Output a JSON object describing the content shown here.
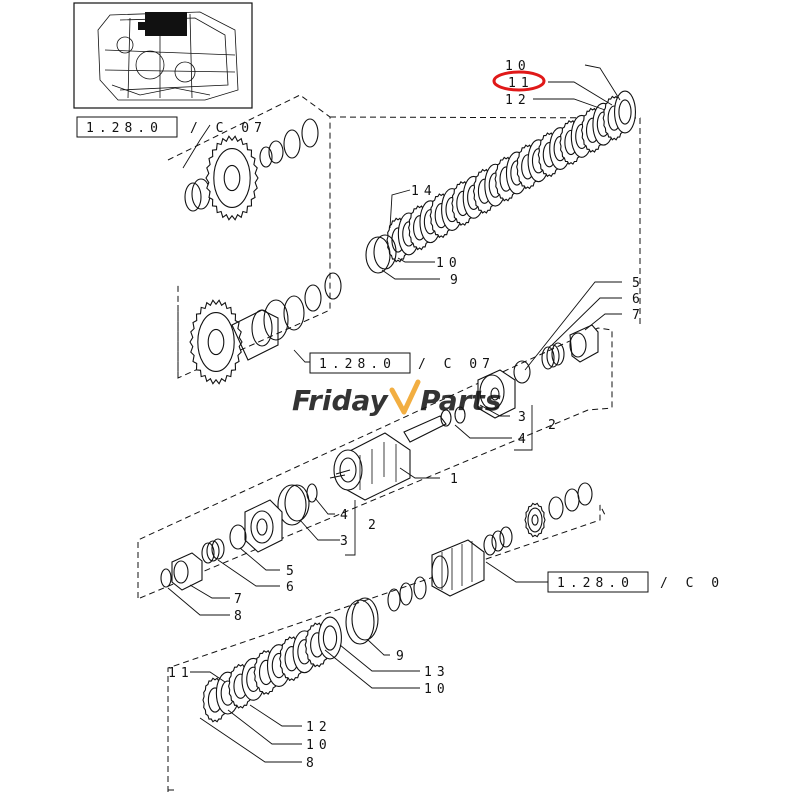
{
  "watermark": {
    "part1": "Friday",
    "part2": "Parts",
    "color_primary": "#3a6fc4",
    "color_accent": "#f0a020"
  },
  "highlight": {
    "color": "#e01818",
    "target": "callout-11-top"
  },
  "references": [
    {
      "id": "ref-top",
      "box": "1.28.0",
      "suffix": "/ C 07"
    },
    {
      "id": "ref-mid",
      "box": "1.28.0",
      "suffix": "/ C 07"
    },
    {
      "id": "ref-low",
      "box": "1.28.0",
      "suffix": "/ C 0"
    }
  ],
  "callouts": {
    "c10a": "10",
    "c11a": "11",
    "c12a": "12",
    "c14": "14",
    "c10b": "10",
    "c9a": "9",
    "c5a": "5",
    "c6a": "6",
    "c7a": "7",
    "c3a": "3",
    "c2a": "2",
    "c4a": "4",
    "c1": "1",
    "c4b": "4",
    "c2b": "2",
    "c3b": "3",
    "c5b": "5",
    "c6b": "6",
    "c7b": "7",
    "c8a": "8",
    "c9b": "9",
    "c13": "13",
    "c10c": "10",
    "c11b": "11",
    "c12b": "12",
    "c10d": "10",
    "c8b": "8"
  }
}
